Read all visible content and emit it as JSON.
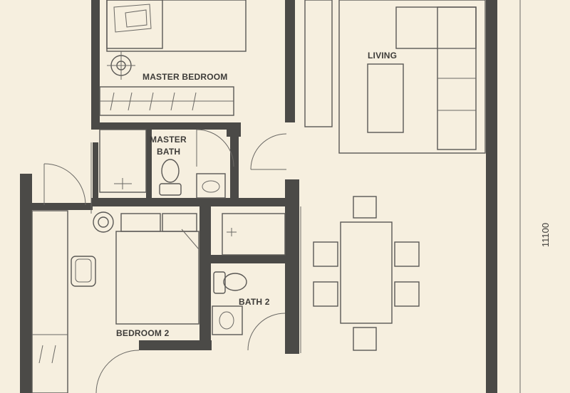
{
  "plan": {
    "rooms": {
      "master_bedroom": "MASTER BEDROOM",
      "master_bath_line1": "MASTER",
      "master_bath_line2": "BATH",
      "living": "LIVING",
      "bedroom_2": "BEDROOM 2",
      "bath_2": "BATH 2"
    },
    "dimension": "11100"
  },
  "colors": {
    "background": "#f6efdf",
    "wall": "#4b4a47",
    "line": "#5a5855"
  }
}
